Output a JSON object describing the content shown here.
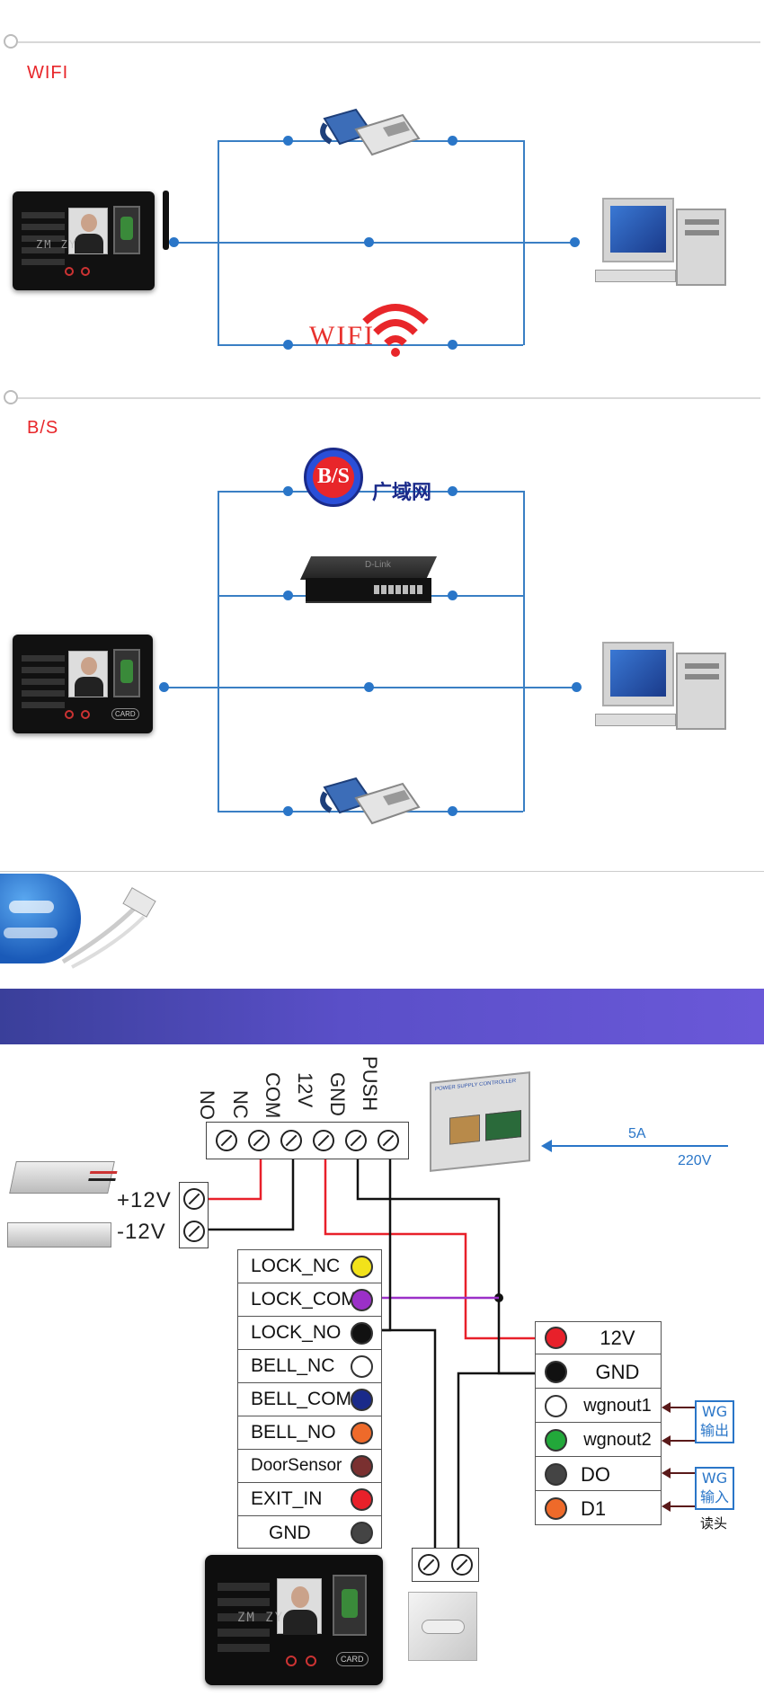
{
  "sections": [
    {
      "title": "WIFI"
    },
    {
      "title": "B/S"
    }
  ],
  "wifi_section": {
    "wifi_label": "WIFI"
  },
  "bs_section": {
    "bs_badge": "B/S",
    "lan_label": "广域网",
    "switch_brand": "D-Link"
  },
  "device": {
    "card_label": "CARD",
    "watermark": "ZM ZY"
  },
  "wiring": {
    "top_terminals": [
      "NO",
      "NC",
      "COM",
      "12V",
      "GND",
      "PUSH"
    ],
    "lock_power": [
      "+12V",
      "-12V"
    ],
    "left_block": [
      {
        "label": "LOCK_NC",
        "color": "#f2e21a"
      },
      {
        "label": "LOCK_COM",
        "color": "#9b30c8"
      },
      {
        "label": "LOCK_NO",
        "color": "#111111"
      },
      {
        "label": "BELL_NC",
        "color": "#ffffff"
      },
      {
        "label": "BELL_COM",
        "color": "#1a2a8a"
      },
      {
        "label": "BELL_NO",
        "color": "#ee6a2a"
      },
      {
        "label": "DoorSensor",
        "color": "#7a3030"
      },
      {
        "label": "EXIT_IN",
        "color": "#e8202a"
      },
      {
        "label": "GND",
        "color": "#444444"
      }
    ],
    "right_block": [
      {
        "label": "12V",
        "color": "#e8202a"
      },
      {
        "label": "GND",
        "color": "#111111"
      },
      {
        "label": "wgnout1",
        "color": "#ffffff"
      },
      {
        "label": "wgnout2",
        "color": "#22a83a"
      },
      {
        "label": "DO",
        "color": "#444444"
      },
      {
        "label": "D1",
        "color": "#ee6a2a"
      }
    ],
    "wg_boxes": [
      "WG\n输出",
      "WG\n输入"
    ],
    "reader_label": "读头",
    "psu_label": "POWER SUPPLY CONTROLLER",
    "current_label": "5A",
    "voltage_label": "220V",
    "wire_colors": {
      "red": "#e8202a",
      "black": "#111111",
      "purple": "#9b30c8"
    }
  }
}
